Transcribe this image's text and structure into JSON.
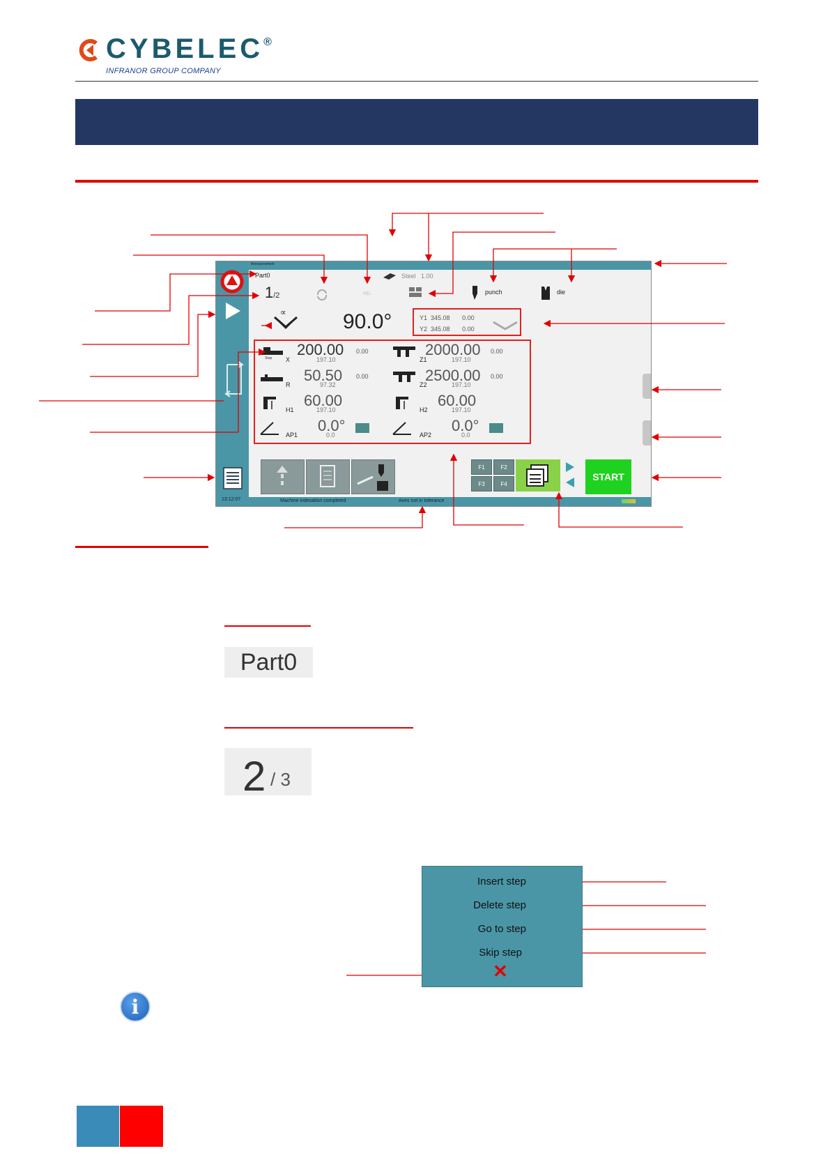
{
  "header": {
    "brand": "CYBELEC",
    "brand_mark": "®",
    "tagline": "INFRANOR GROUP COMPANY"
  },
  "screen": {
    "program_label": "Part0",
    "topbar_caption": "Announcement",
    "step_num": "1",
    "step_total": "/2",
    "rel_label": "REL",
    "material": "Steel",
    "thickness": "1.00",
    "punch_label": "punch",
    "die_label": "die",
    "angle": "90.0°",
    "alpha_symbol": "∝",
    "y_axes": [
      {
        "label": "Y1",
        "value": "345.08",
        "corr": "0.00"
      },
      {
        "label": "Y2",
        "value": "345.08",
        "corr": "0.00"
      }
    ],
    "axes_left": [
      {
        "label": "X",
        "value": "200.00",
        "sub": "197.10",
        "corr": "0.00",
        "icon_caption": "Stop"
      },
      {
        "label": "R",
        "value": "50.50",
        "sub": "97.32",
        "corr": "0.00"
      },
      {
        "label": "H1",
        "value": "60.00",
        "sub": "197.10",
        "corr": ""
      },
      {
        "label": "AP1",
        "value": "0.0°",
        "sub": "0.0",
        "corr": ""
      }
    ],
    "axes_right": [
      {
        "label": "Z1",
        "value": "2000.00",
        "sub": "197.10",
        "corr": "0.00"
      },
      {
        "label": "Z2",
        "value": "2500.00",
        "sub": "197.10",
        "corr": "0.00"
      },
      {
        "label": "H2",
        "value": "60.00",
        "sub": "197.10",
        "corr": ""
      },
      {
        "label": "AP2",
        "value": "0.0°",
        "sub": "0.0",
        "corr": ""
      }
    ],
    "fkeys": [
      "F1",
      "F2",
      "F3",
      "F4"
    ],
    "start_label": "START",
    "time": "13:12:07",
    "status_left": "Machine indexation completed",
    "status_mid": "Axes not in tolerance"
  },
  "examples": {
    "program_name": "Part0",
    "step_num": "2",
    "step_total": "/ 3"
  },
  "step_menu": {
    "items": [
      "Insert step",
      "Delete step",
      "Go to step",
      "Skip step"
    ],
    "close_symbol": "✕"
  },
  "colors": {
    "title_band": "#233762",
    "accent_red": "#e00000",
    "screen_teal": "#4a96a7",
    "start_green": "#1fd21f"
  }
}
